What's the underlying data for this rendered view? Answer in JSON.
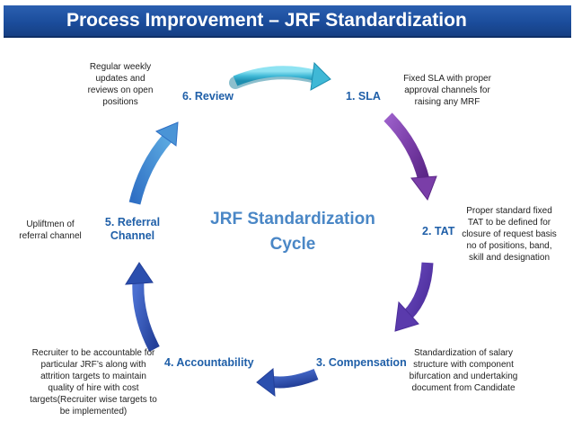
{
  "title": "Process Improvement – JRF Standardization",
  "center": {
    "line1": "JRF Standardization",
    "line2": "Cycle"
  },
  "steps": {
    "sla": "1. SLA",
    "tat": "2. TAT",
    "compensation": "3. Compensation",
    "accountability": "4. Accountability",
    "referral_line1": "5. Referral",
    "referral_line2": "Channel",
    "review": "6. Review"
  },
  "notes": {
    "sla": [
      "Fixed SLA with proper",
      "approval channels for",
      "raising any MRF"
    ],
    "tat": [
      "Proper standard fixed",
      "TAT to be defined for",
      "closure of request basis",
      "no of positions, band,",
      "skill and designation"
    ],
    "compensation": [
      "Standardization of salary",
      "structure with component",
      "bifurcation and undertaking",
      "document from Candidate"
    ],
    "accountability": [
      "Recruiter to be accountable for",
      "particular JRF’s along with",
      "attrition targets to maintain",
      "quality of hire with cost",
      "targets(Recruiter wise targets to",
      "be implemented)"
    ],
    "referral": [
      "Upliftmen of",
      "referral channel"
    ],
    "review": [
      "Regular weekly",
      "updates and",
      "reviews on open",
      "positions"
    ]
  },
  "colors": {
    "title_bar": "#1b4d9c",
    "step_label": "#1f5fa8",
    "center_title": "#4a87c6",
    "arrow_cyan": "#4ec3dc",
    "arrow_purple": "#7b3fa8",
    "arrow_blue": "#2b4fae"
  }
}
